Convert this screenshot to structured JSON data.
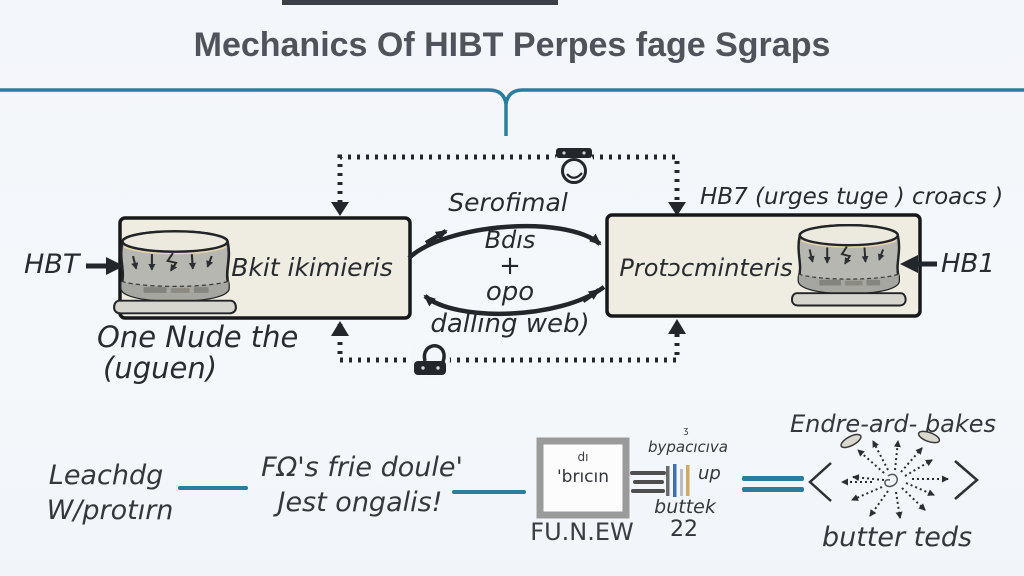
{
  "title": "Mechanics Of HIBT Perpes fage Sgraps",
  "colors": {
    "accent_teal": "#2a7d9c",
    "ink": "#23272b",
    "box_fill": "#efece2",
    "bar_blue": "#3e6fb0",
    "bar_gold": "#d2aa5e"
  },
  "diagram": {
    "left_input_label": "HBT",
    "left_box_label": "Bkit ikimieris",
    "left_caption_line1": "One Nude the",
    "left_caption_line2": "(uguen)",
    "center_top_label": "Serofimal",
    "center_line1": "Bdıs",
    "center_line2": "+",
    "center_line3": "opo",
    "center_bottom_label": "dalling web)",
    "right_box_title": "HB7 (urges tuge ) croacs )",
    "right_box_label": "Protɔcminteris",
    "right_input_label": "HB1",
    "icons": {
      "top_connector": "clock-icon",
      "bottom_connector": "padlock-icon",
      "left_shape": "cylinder-drum",
      "right_shape": "cylinder-drum"
    }
  },
  "footer": {
    "item1_line1": "Leachdg",
    "item1_line2": "W/protırn",
    "item2_line1": "FΩ's frie doule'",
    "item2_line2": "Jest ongalis!",
    "item3_box_sup": "dı",
    "item3_box_label": "'brıcın",
    "item3_caption": "FU.N.EW",
    "item4_sup": "ʒ",
    "item4_top": "bypacıcıva",
    "item4_right": "up",
    "item4_line2": "buttek",
    "item4_line3": "22",
    "item5_title": "Endre-ard- bakes",
    "item5_caption": "butter teds",
    "icons": {
      "item4_left": "triple-line-icon",
      "item4_chart": "bar-chart-icon",
      "item5_left": "double-line-icon",
      "item5_center": "starburst-arrows-icon"
    }
  }
}
